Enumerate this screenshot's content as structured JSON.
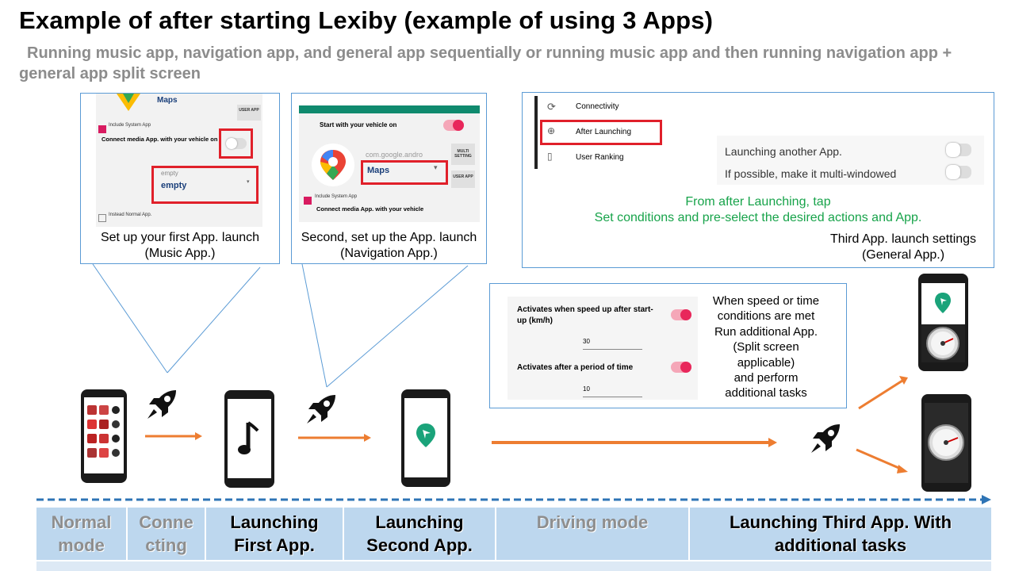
{
  "title": "Example of after starting Lexiby (example of using 3 Apps)",
  "subtitle": "Running music app, navigation app, and general app sequentially  or running music app and then running navigation app + general app split screen",
  "panel1": {
    "app_name": "Maps",
    "user_app": "USER APP",
    "include_system": "Include System App",
    "connect_media": "Connect media App. with your vehicle on",
    "empty_label": "empty",
    "empty_value": "empty",
    "instead_normal": "Instead Normal App.",
    "caption": "Set up your first App. launch\n(Music App.)"
  },
  "panel2": {
    "start_vehicle": "Start with your vehicle on",
    "package": "com.google.andro",
    "app_name": "Maps",
    "multi_setting": "MULTI SETTING",
    "user_app": "USER APP",
    "include_system": "Include System App",
    "connect_media": "Connect media App. with your vehicle",
    "caption": "Second, set up the App. launch\n(Navigation App.)"
  },
  "panel3": {
    "menu": [
      "Connectivity",
      "After Launching",
      "User Ranking"
    ],
    "option1": "Launching another App.",
    "option2": "If possible, make it multi-windowed",
    "instruction": "From after Launching, tap\nSet conditions and pre-select the desired actions and App.",
    "caption": "Third App. launch settings\n(General App.)"
  },
  "panel4": {
    "speed_label": "Activates when speed up after start-up (km/h)",
    "speed_value": "30",
    "time_label": "Activates after a period of time",
    "time_value": "10",
    "description": "When speed or time\nconditions are met\nRun additional App.\n(Split screen\napplicable)\nand perform\nadditional tasks"
  },
  "stages": [
    {
      "label": "Normal\nmode",
      "dim": true
    },
    {
      "label": "Conne\ncting",
      "dim": true
    },
    {
      "label": "Launching\nFirst App.",
      "dim": false
    },
    {
      "label": "Launching\nSecond App.",
      "dim": false
    },
    {
      "label": "Driving mode",
      "dim": true
    },
    {
      "label": "Launching Third App. With\nadditional tasks",
      "dim": false
    }
  ],
  "colors": {
    "accent_blue": "#5b9bd5",
    "arrow_orange": "#ed7d31",
    "highlight_red": "#e0202a",
    "instruction_green": "#17a34a",
    "stage_bar": "#bdd7ee",
    "dim_text": "#8e8e8e"
  }
}
